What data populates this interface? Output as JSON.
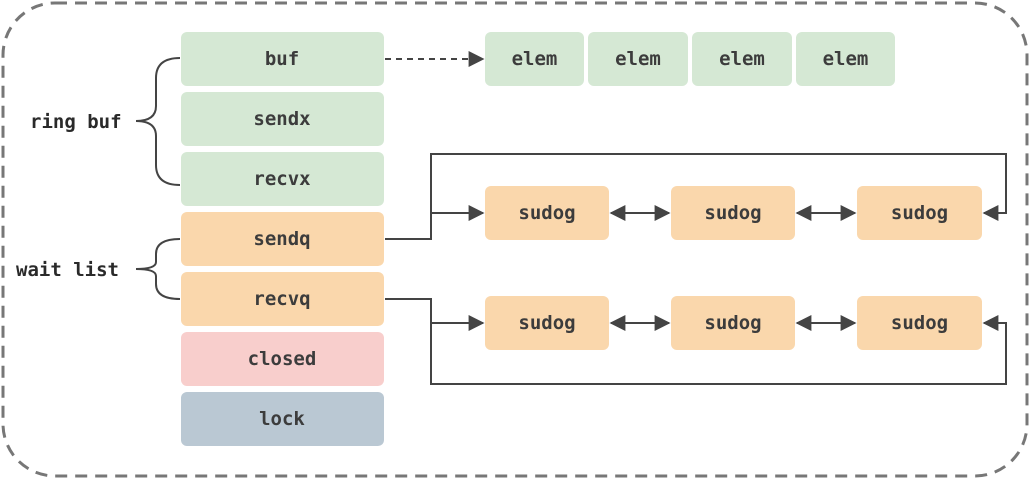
{
  "colors": {
    "green": "#d5e8d4",
    "orange": "#fad7ac",
    "pink": "#f8cecc",
    "gray": "#bac8d3",
    "line": "#444444",
    "frame": "#777777"
  },
  "struct": {
    "fields": [
      "buf",
      "sendx",
      "recvx",
      "sendq",
      "recvq",
      "closed",
      "lock"
    ]
  },
  "groups": {
    "ring_buf": "ring buf",
    "wait_list": "wait list"
  },
  "elems": [
    "elem",
    "elem",
    "elem",
    "elem"
  ],
  "send_queue": [
    "sudog",
    "sudog",
    "sudog"
  ],
  "recv_queue": [
    "sudog",
    "sudog",
    "sudog"
  ]
}
